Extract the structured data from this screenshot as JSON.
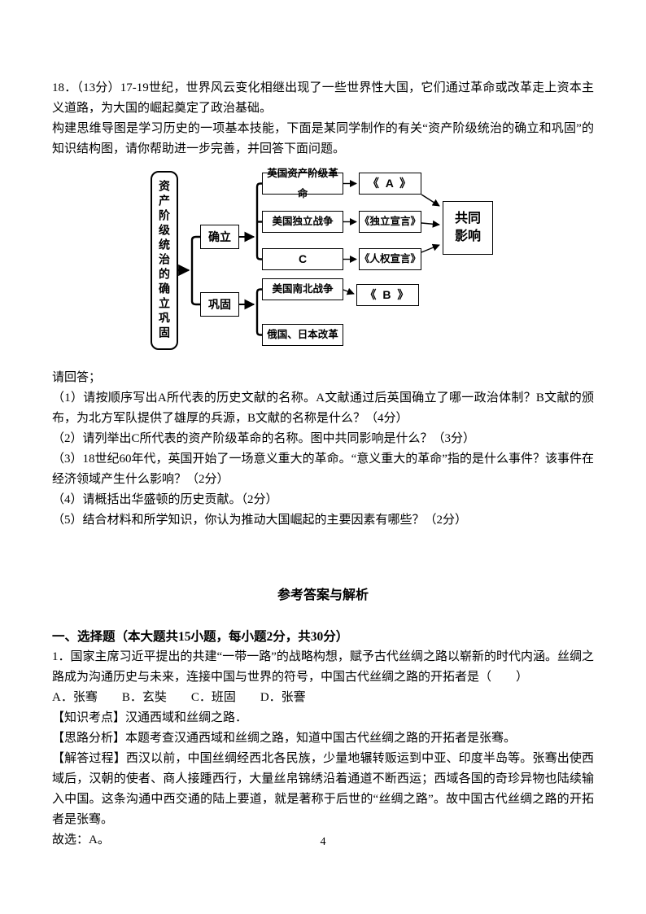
{
  "page_number": "4",
  "q18": {
    "intro1": "18．（13分）17-19世纪，世界风云变化相继出现了一些世界性大国，它们通过革命或改革走上资本主义道路，为大国的崛起奠定了政治基础。",
    "intro2": "构建思维导图是学习历史的一项基本技能，下面是某同学制作的有关“资产阶级统治的确立和巩固”的知识结构图，请你帮助进一步完善，并回答下面问题。",
    "prompt": "请回答；",
    "sub_questions": [
      "（1）请按顺序写出A所代表的历史文献的名称。A文献通过后英国确立了哪一政治体制？B文献的颁布，为北方军队提供了雄厚的兵源，B文献的名称是什么？（4分）",
      "（2）请列举出C所代表的资产阶级革命的名称。图中共同影响是什么？（3分）",
      "（3）18世纪60年代，英国开始了一场意义重大的革命。“意义重大的革命”指的是什么事件？该事件在经济领域产生什么影响？（2分）",
      "（4）请概括出华盛顿的历史贡献。（2分）",
      "（5）结合材料和所学知识，你认为推动大国崛起的主要因素有哪些？（2分）"
    ]
  },
  "diagram": {
    "root": "资产阶级统治的确立巩固",
    "establish": "确立",
    "consolidate": "巩固",
    "event_english_revolution": "英国资产阶级革命",
    "event_american_independence": "美国独立战争",
    "event_c": "C",
    "event_civil_war": "美国南北战争",
    "event_russia_japan": "俄国、日本改革",
    "doc_a": "《 A 》",
    "doc_independence": "《独立宣言》",
    "doc_human_rights": "《人权宣言》",
    "doc_b": "《 B 》",
    "common_influence": "共同影响"
  },
  "answers": {
    "title": "参考答案与解析",
    "section_heading": "一、选择题（本大题共15小题，每小题2分，共30分）",
    "q1_stem": "1．国家主席习近平提出的共建“一带一路”的战略构想，赋予古代丝绸之路以崭新的时代内涵。丝绸之路成为沟通历史与未来，连接中国与世界的符号，中国古代丝绸之路的开拓者是（　　）",
    "q1_options": "A．张骞　　B．玄奘　　C．班固　　D．张謇",
    "knowledge_point": "【知识考点】汉通西域和丝绸之路．",
    "analysis": "【思路分析】本题考查汉通西域和丝绸之路，知道中国古代丝绸之路的开拓者是张骞。",
    "solution": "【解答过程】西汉以前，中国丝绸经西北各民族，少量地辗转贩运到中亚、印度半岛等。张骞出使西域后，汉朝的使者、商人接踵西行，大量丝帛锦绣沿着通道不断西运；西域各国的奇珍异物也陆续输入中国。这条沟通中西交通的陆上要道，就是著称于后世的“丝绸之路”。故中国古代丝绸之路的开拓者是张骞。",
    "conclusion": "故选：A。"
  }
}
